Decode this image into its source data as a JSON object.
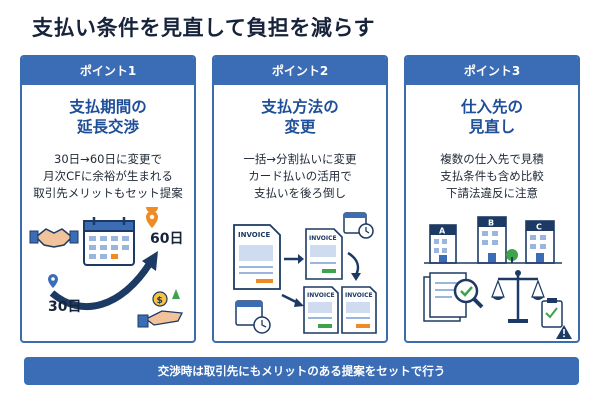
{
  "title": "支払い条件を見直して負担を減らす",
  "cards": [
    {
      "header": "ポイント1",
      "title_lines": [
        "支払期間の",
        "延長交渉"
      ],
      "desc_lines": [
        "30日→60日に変更で",
        "月次CFに余裕が生まれる",
        "取引先メリットもセット提案"
      ],
      "illustration": {
        "label_from": "30日",
        "label_to": "60日",
        "icons": [
          "handshake-icon",
          "calendar-icon",
          "location-pin-icon",
          "growth-arrow-icon",
          "money-hand-icon"
        ]
      }
    },
    {
      "header": "ポイント2",
      "title_lines": [
        "支払方法の",
        "変更"
      ],
      "desc_lines": [
        "一括→分割払いに変更",
        "カード払いの活用で",
        "支払いを後ろ倒し"
      ],
      "illustration": {
        "doc_label": "INVOICE",
        "icons": [
          "invoice-icon",
          "calendar-clock-icon",
          "arrow-icon"
        ]
      }
    },
    {
      "header": "ポイント3",
      "title_lines": [
        "仕入先の",
        "見直し"
      ],
      "desc_lines": [
        "複数の仕入先で見積",
        "支払条件も含め比較",
        "下請法違反に注意"
      ],
      "illustration": {
        "building_labels": [
          "A",
          "B",
          "C"
        ],
        "icons": [
          "building-icon",
          "magnifier-check-icon",
          "scale-icon",
          "clipboard-warning-icon"
        ]
      }
    }
  ],
  "footer": "交渉時は取引先にもメリットのある提案をセットで行う",
  "colors": {
    "primary": "#3b6db6",
    "title_blue": "#1f4e99",
    "navy": "#1c3a63",
    "accent_orange": "#f08a24",
    "accent_green": "#3fa34d"
  }
}
